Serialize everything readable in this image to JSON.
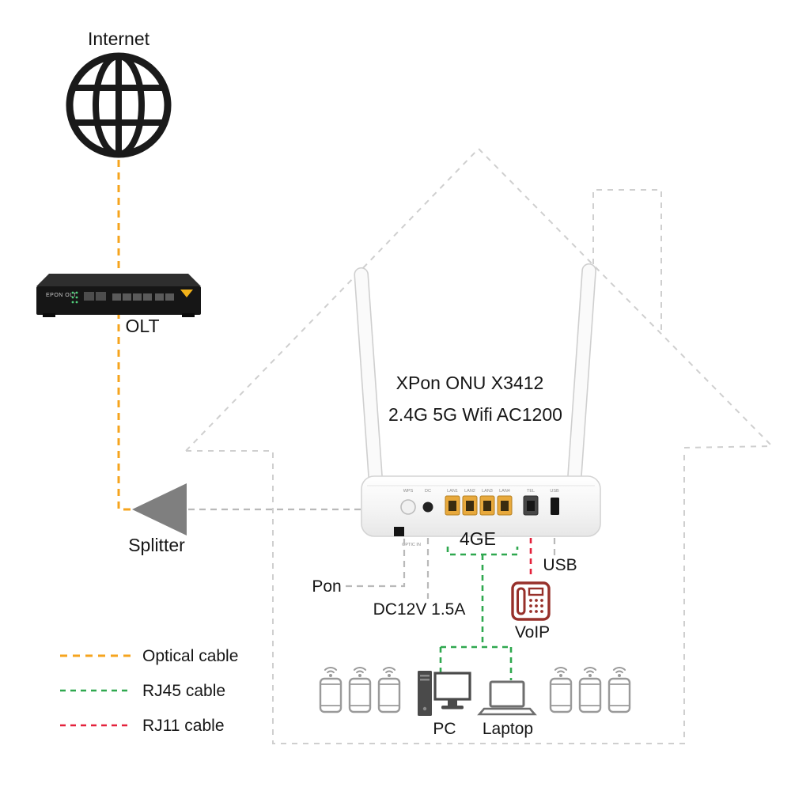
{
  "diagram": {
    "internet_label": "Internet",
    "olt_label": "OLT",
    "olt_face_text": "EPON  OLT",
    "splitter_label": "Splitter",
    "router": {
      "title_line1": "XPon ONU X3412",
      "title_line2": "2.4G 5G Wifi AC1200",
      "port_labels": [
        "WPS",
        "DC",
        "LAN1",
        "LAN2",
        "LAN3",
        "LAN4",
        "TEL",
        "USB"
      ],
      "optic_note": "OPTIC IN"
    },
    "annotations": {
      "pon": "Pon",
      "power": "DC12V 1.5A",
      "lan_group": "4GE",
      "usb": "USB",
      "voip": "VoIP",
      "pc": "PC",
      "laptop": "Laptop"
    }
  },
  "legend": {
    "items": [
      {
        "label": "Optical cable",
        "style": "optical",
        "color": "#F6A41E"
      },
      {
        "label": "RJ45 cable",
        "style": "rj45",
        "color": "#2FA84F"
      },
      {
        "label": "RJ11 cable",
        "style": "rj11",
        "color": "#E4213B"
      }
    ]
  },
  "colors": {
    "optical_cable": "#F6A41E",
    "rj45_cable": "#2FA84F",
    "rj11_cable": "#E4213B",
    "house_outline": "#CFCFCF",
    "generic_connector": "#B9B9B9",
    "lan_port": "#E8A93C",
    "splitter": "#7F7F7F"
  }
}
